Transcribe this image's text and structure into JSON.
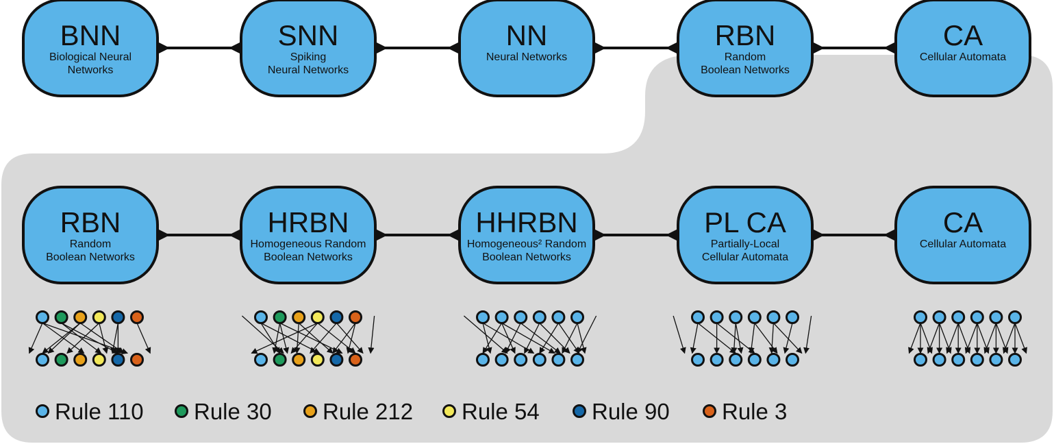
{
  "colors": {
    "node_fill": "#5ab4e8",
    "node_stroke": "#111111",
    "panel": "#d9d9d9",
    "rule_110": "#5ab4e8",
    "rule_30": "#1e9a5c",
    "rule_212": "#e8a11a",
    "rule_54": "#f2e85a",
    "rule_90": "#1568a8",
    "rule_3": "#d9621a"
  },
  "top_row": [
    {
      "abbr": "BNN",
      "line1": "Biological Neural",
      "line2": "Networks"
    },
    {
      "abbr": "SNN",
      "line1": "Spiking",
      "line2": "Neural Networks"
    },
    {
      "abbr": "NN",
      "line1": "Neural Networks",
      "line2": ""
    },
    {
      "abbr": "RBN",
      "line1": "Random",
      "line2": "Boolean Networks"
    },
    {
      "abbr": "CA",
      "line1": "Cellular Automata",
      "line2": ""
    }
  ],
  "bottom_row": [
    {
      "abbr": "RBN",
      "line1": "Random",
      "line2": "Boolean Networks"
    },
    {
      "abbr": "HRBN",
      "line1": "Homogeneous Random",
      "line2": "Boolean Networks"
    },
    {
      "abbr": "HHRBN",
      "line1": "Homogeneous² Random",
      "line2": "Boolean Networks"
    },
    {
      "abbr": "PL CA",
      "line1": "Partially-Local",
      "line2": "Cellular Automata"
    },
    {
      "abbr": "CA",
      "line1": "Cellular Automata",
      "line2": ""
    }
  ],
  "networks": [
    {
      "top_rules": [
        "rule_110",
        "rule_30",
        "rule_212",
        "rule_54",
        "rule_90",
        "rule_3"
      ],
      "bottom_rules": [
        "rule_110",
        "rule_30",
        "rule_212",
        "rule_54",
        "rule_90",
        "rule_3"
      ]
    },
    {
      "top_rules": [
        "rule_110",
        "rule_30",
        "rule_212",
        "rule_54",
        "rule_90",
        "rule_3"
      ],
      "bottom_rules": [
        "rule_110",
        "rule_30",
        "rule_212",
        "rule_54",
        "rule_90",
        "rule_3"
      ]
    },
    {
      "top_rules": [
        "rule_110",
        "rule_110",
        "rule_110",
        "rule_110",
        "rule_110",
        "rule_110"
      ],
      "bottom_rules": [
        "rule_110",
        "rule_110",
        "rule_110",
        "rule_110",
        "rule_110",
        "rule_110"
      ]
    },
    {
      "top_rules": [
        "rule_110",
        "rule_110",
        "rule_110",
        "rule_110",
        "rule_110",
        "rule_110"
      ],
      "bottom_rules": [
        "rule_110",
        "rule_110",
        "rule_110",
        "rule_110",
        "rule_110",
        "rule_110"
      ]
    },
    {
      "top_rules": [
        "rule_110",
        "rule_110",
        "rule_110",
        "rule_110",
        "rule_110",
        "rule_110"
      ],
      "bottom_rules": [
        "rule_110",
        "rule_110",
        "rule_110",
        "rule_110",
        "rule_110",
        "rule_110"
      ]
    }
  ],
  "legend": [
    {
      "label": "Rule 110",
      "color_key": "rule_110"
    },
    {
      "label": "Rule 30",
      "color_key": "rule_30"
    },
    {
      "label": "Rule 212",
      "color_key": "rule_212"
    },
    {
      "label": "Rule 54",
      "color_key": "rule_54"
    },
    {
      "label": "Rule 90",
      "color_key": "rule_90"
    },
    {
      "label": "Rule 3",
      "color_key": "rule_3"
    }
  ]
}
